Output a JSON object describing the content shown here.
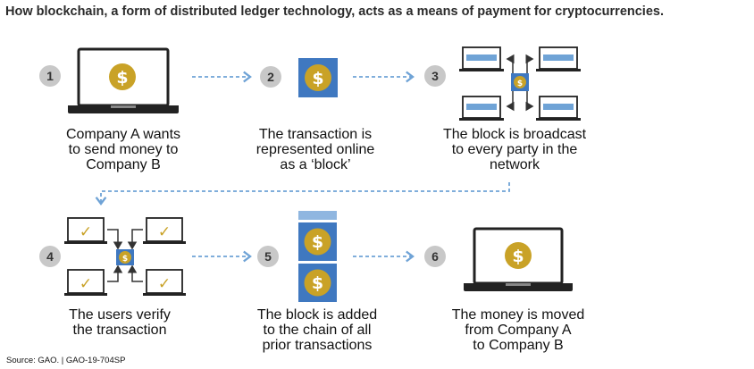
{
  "title": "How blockchain, a form of distributed ledger technology, acts as a means of payment for cryptocurrencies.",
  "steps": [
    {
      "number": "1",
      "caption": [
        "Company A wants",
        "to send money to",
        "Company B"
      ]
    },
    {
      "number": "2",
      "caption": [
        "The transaction is",
        "represented online",
        "as a ‘block’"
      ]
    },
    {
      "number": "3",
      "caption": [
        "The block is broadcast",
        "to every party in the",
        "network"
      ]
    },
    {
      "number": "4",
      "caption": [
        "The users verify",
        "the transaction"
      ]
    },
    {
      "number": "5",
      "caption": [
        "The block is added",
        "to the chain of all",
        "prior transactions"
      ]
    },
    {
      "number": "6",
      "caption": [
        "The money is moved",
        "from Company A",
        "to Company B"
      ]
    }
  ],
  "symbols": {
    "currency": "$",
    "check": "✓"
  },
  "source": "Source: GAO.  |  GAO-19-704SP",
  "colors": {
    "blue": "#3f78c0",
    "gold": "#c9a227",
    "gray_circle": "#c8c8c8",
    "dash": "#6fa3d6",
    "dark": "#222222",
    "light_blue": "#8fb6e0"
  }
}
